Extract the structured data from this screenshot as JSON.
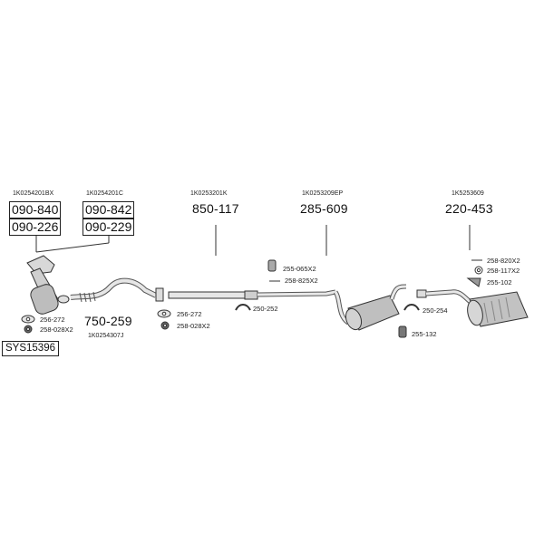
{
  "system": {
    "code": "SYS15396"
  },
  "oem_refs": {
    "cat1": "1K0254201BX",
    "cat2": "1K0254201C",
    "front_pipe": "1K0254307J",
    "mid_pipe": "1K0253201K",
    "center_box": "1K0253209EP",
    "rear_box": "1K5253609"
  },
  "boxed_parts": {
    "p1": "090-840",
    "p2": "090-842",
    "p3": "090-226",
    "p4": "090-229"
  },
  "main_parts": {
    "front_pipe": "750-259",
    "mid_pipe": "850-117",
    "center_box": "285-609",
    "rear_box": "220-453"
  },
  "fittings": {
    "f1": "256-272",
    "f2": "258-028X2",
    "f3": "256-272",
    "f4": "258-028X2",
    "f5": "255-065X2",
    "f6": "258-825X2",
    "f7": "250-252",
    "f8": "250-254",
    "f9": "255-132",
    "f10": "258-820X2",
    "f11": "258-117X2",
    "f12": "255-102"
  }
}
